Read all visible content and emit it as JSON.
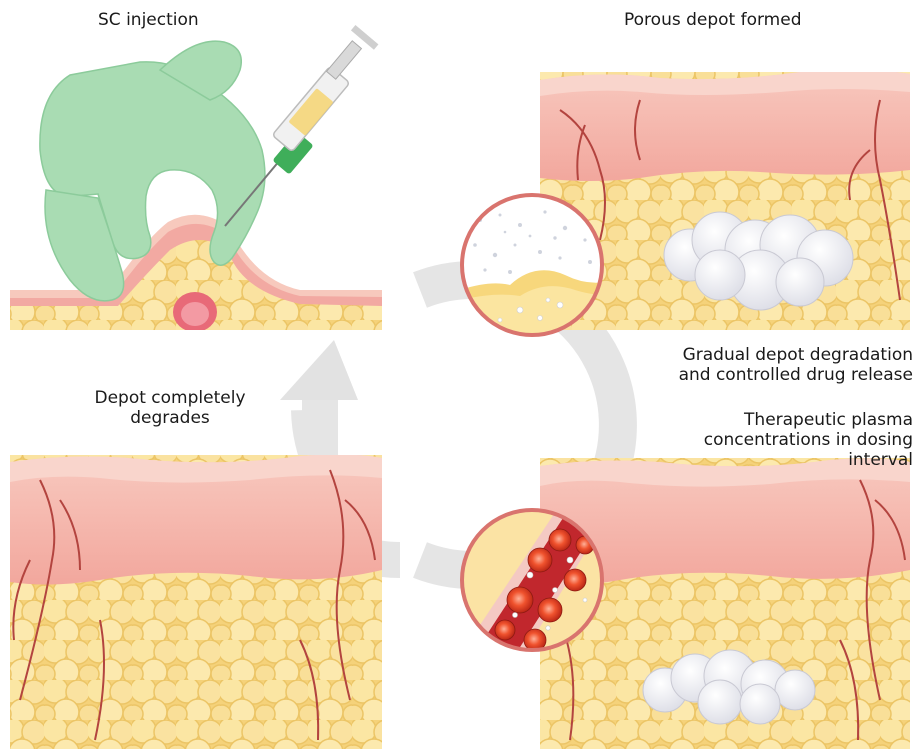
{
  "labels": {
    "sc_injection": "SC injection",
    "porous_depot": "Porous depot formed",
    "degradation": [
      "Gradual depot degradation",
      "and controlled drug release"
    ],
    "plasma": [
      "Therapeutic plasma",
      "concentrations in dosing",
      "interval"
    ],
    "depot_degrades": [
      "Depot completely",
      "degrades"
    ]
  },
  "colors": {
    "skin": "#f2a9a2",
    "skin_light": "#f9d6cc",
    "dermis": "#f6b6ae",
    "fat": "#f7d87a",
    "fat_light": "#fbe9a6",
    "vessel": "#a52a2a",
    "glove": "#a9dcb3",
    "depot": "#ffffff",
    "blood": "#c62828",
    "arrow": "#e4e4e4"
  },
  "icons": [
    "syringe-icon",
    "glove-hand-icon",
    "circular-arrow-icon",
    "depot-cloud-icon",
    "blood-vessel-icon"
  ]
}
